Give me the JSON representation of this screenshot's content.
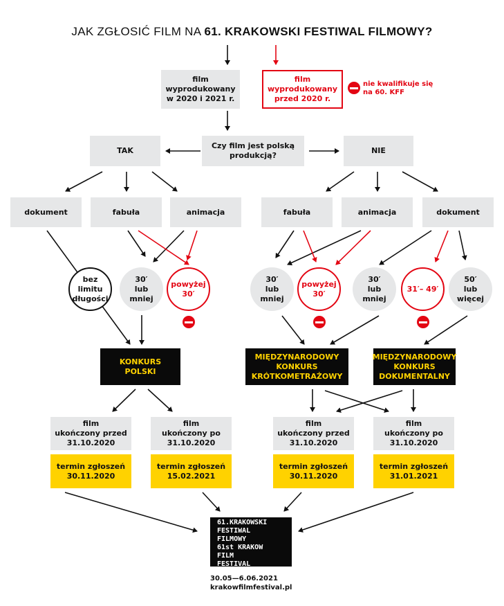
{
  "title": {
    "prefix": "JAK ZGŁOSIĆ FILM NA ",
    "bold": "61. KRAKOWSKI FESTIWAL FILMOWY?"
  },
  "produced": {
    "ok": "film\nwyprodukowany\nw 2020 i 2021 r.",
    "before": "film\nwyprodukowany\nprzed 2020 r.",
    "note": "nie kwalifikuje się\nna 60. KFF"
  },
  "question": "Czy film jest polską\nprodukcją?",
  "yes": "TAK",
  "no": "NIE",
  "polish": {
    "documentary": "dokument",
    "fiction": "fabuła",
    "animation": "animacja"
  },
  "foreign": {
    "fiction": "fabuła",
    "animation": "animacja",
    "documentary": "dokument"
  },
  "circles": {
    "no_limit": "bez\nlimitu\ndługości",
    "pl_30_less": "30′\nlub\nmniej",
    "pl_over_30": "powyżej\n30′",
    "int_30_less": "30′\nlub\nmniej",
    "int_over_30": "powyżej\n30′",
    "doc_30_less": "30′\nlub\nmniej",
    "doc_31_49": "31′– 49′",
    "doc_50_more": "50′\nlub\nwięcej"
  },
  "competitions": {
    "polish": "KONKURS\nPOLSKI",
    "short": "MIĘDZYNARODOWY\nKONKURS\nKRÓTKOMETRAŻOWY",
    "documentary": "MIĘDZYNARODOWY\nKONKURS\nDOKUMENTALNY"
  },
  "completion": {
    "pl_before": "film\nukończony przed\n31.10.2020",
    "pl_after": "film\nukończony po\n31.10.2020",
    "int_before": "film\nukończony przed\n31.10.2020",
    "int_after": "film\nukończony po\n31.10.2020"
  },
  "deadlines": {
    "pl_before": "termin zgłoszeń\n30.11.2020",
    "pl_after": "termin zgłoszeń\n15.02.2021",
    "int_before": "termin zgłoszeń\n30.11.2020",
    "int_after": "termin zgłoszeń\n31.01.2021"
  },
  "final_logo": "61.KRAKOWSKI\nFESTIWAL\nFILMOWY\n61st KRAKOW\nFILM\nFESTIVAL",
  "footer": {
    "dates": "30.05—6.06.2021",
    "url": "krakowfilmfestival.pl"
  },
  "colors": {
    "red": "#e30613",
    "yellow": "#ffd200",
    "grey": "#e6e7e8",
    "black": "#0a0a0a"
  }
}
